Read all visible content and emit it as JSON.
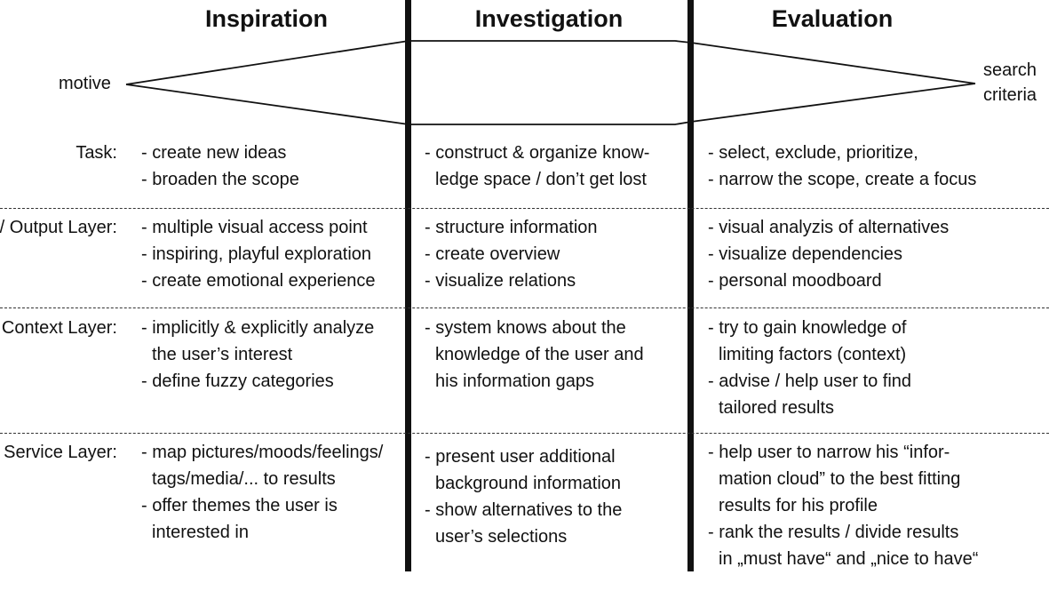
{
  "columns": [
    "Inspiration",
    "Investigation",
    "Evaluation"
  ],
  "funnel": {
    "start_label": "motive",
    "end_label_lines": [
      "search",
      "criteria"
    ]
  },
  "rows": [
    {
      "label_lines": [
        "Task:"
      ],
      "cells": [
        [
          "- create new ideas",
          "- broaden the scope"
        ],
        [
          "- construct & organize know-",
          "  ledge space / don’t get lost"
        ],
        [
          "- select, exclude, prioritize,",
          "- narrow the scope, create a focus"
        ]
      ]
    },
    {
      "label_lines": [
        "Input/ Output",
        "Layer:"
      ],
      "cells": [
        [
          "- multiple visual access point",
          "- inspiring, playful exploration",
          "- create emotional experience"
        ],
        [
          "- structure information",
          "- create overview",
          "- visualize relations"
        ],
        [
          "- visual analyzis of alternatives",
          "- visualize dependencies",
          "- personal moodboard"
        ]
      ]
    },
    {
      "label_lines": [
        "Context",
        "Layer:"
      ],
      "cells": [
        [
          "- implicitly & explicitly analyze",
          "  the user’s interest",
          "- define fuzzy categories"
        ],
        [
          "- system knows about the",
          "  knowledge of the user and",
          "  his information gaps"
        ],
        [
          "- try to gain knowledge of",
          "  limiting factors (context)",
          "- advise / help user to find",
          "  tailored results"
        ]
      ]
    },
    {
      "label_lines": [
        "Web Service",
        "Layer:"
      ],
      "cells": [
        [
          "- map pictures/moods/feelings/",
          "  tags/media/... to results",
          "- offer themes the user is",
          "  interested in"
        ],
        [
          "- present user additional",
          "  background information",
          "- show alternatives to the",
          "  user’s selections"
        ],
        [
          "- help user to narrow his “infor-",
          "  mation cloud” to the best fitting",
          "  results for his profile",
          "- rank the results / divide results",
          "  in „must have“ and „nice to have“"
        ]
      ]
    }
  ]
}
